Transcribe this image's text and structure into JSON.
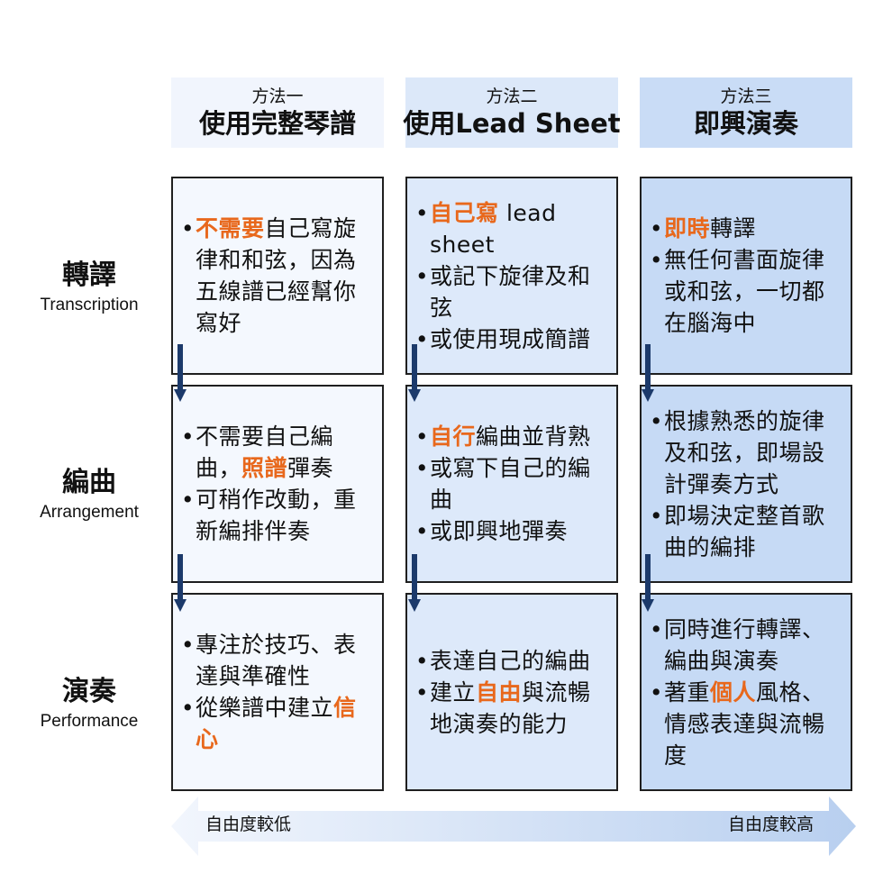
{
  "columns": [
    {
      "method": "方法一",
      "name": "使用完整琴譜"
    },
    {
      "method": "方法二",
      "name": "使用Lead Sheet"
    },
    {
      "method": "方法三",
      "name": "即興演奏"
    }
  ],
  "rows": [
    {
      "zh": "轉譯",
      "en": "Transcription"
    },
    {
      "zh": "編曲",
      "en": "Arrangement"
    },
    {
      "zh": "演奏",
      "en": "Performance"
    }
  ],
  "cells": [
    [
      [
        [
          "",
          "不需要"
        ],
        [
          "自己寫旋律和和弦，因為五線譜已經幫你寫好",
          ""
        ]
      ],
      [
        [
          "不需要自己編曲，",
          "照譜"
        ],
        [
          "彈奏",
          ""
        ],
        [
          "可稍作改動，重新編排伴奏",
          ""
        ]
      ],
      [
        [
          "專注於技巧、表達與準確性",
          ""
        ],
        [
          "從樂譜中建立",
          "信心"
        ]
      ]
    ],
    [
      [
        [
          "",
          "自己寫"
        ],
        [
          " lead sheet",
          ""
        ],
        [
          "或記下旋律及和弦",
          ""
        ],
        [
          "或使用現成簡譜",
          ""
        ]
      ],
      [
        [
          "",
          "自行"
        ],
        [
          "編曲並背熟",
          ""
        ],
        [
          "或寫下自己的編曲",
          ""
        ],
        [
          "或即興地彈奏",
          ""
        ]
      ],
      [
        [
          "表達自己的編曲",
          ""
        ],
        [
          "建立",
          "自由"
        ],
        [
          "與流暢地演奏的能力",
          ""
        ]
      ]
    ],
    [
      [
        [
          "",
          "即時"
        ],
        [
          "轉譯",
          ""
        ],
        [
          "無任何書面旋律或和弦，一切都在腦海中",
          ""
        ]
      ],
      [
        [
          "根據熟悉的旋律及和弦，即場設計彈奏方式",
          ""
        ],
        [
          "即場決定整首歌曲的編排",
          ""
        ]
      ],
      [
        [
          "同時進行轉譯、編曲與演奏",
          ""
        ],
        [
          "著重",
          "個人"
        ],
        [
          "風格、情感表達與流暢度",
          ""
        ]
      ]
    ]
  ],
  "bullets_text": {
    "c0r0": [
      {
        "pre": "",
        "hl": "不需要",
        "post": "自己寫旋律和和弦，因為五線譜已經幫你寫好"
      }
    ],
    "c0r1": [
      {
        "pre": "不需要自己編曲，",
        "hl": "照譜",
        "post": "彈奏"
      },
      {
        "pre": "可稍作改動，重新編排伴奏",
        "hl": "",
        "post": ""
      }
    ],
    "c0r2": [
      {
        "pre": "專注於技巧、表達與準確性",
        "hl": "",
        "post": ""
      },
      {
        "pre": "從樂譜中建立",
        "hl": "信心",
        "post": ""
      }
    ],
    "c1r0": [
      {
        "pre": "",
        "hl": "自己寫",
        "post": " lead sheet"
      },
      {
        "pre": "或記下旋律及和弦",
        "hl": "",
        "post": ""
      },
      {
        "pre": "或使用現成簡譜",
        "hl": "",
        "post": ""
      }
    ],
    "c1r1": [
      {
        "pre": "",
        "hl": "自行",
        "post": "編曲並背熟"
      },
      {
        "pre": "或寫下自己的編曲",
        "hl": "",
        "post": ""
      },
      {
        "pre": "或即興地彈奏",
        "hl": "",
        "post": ""
      }
    ],
    "c1r2": [
      {
        "pre": "表達自己的編曲",
        "hl": "",
        "post": ""
      },
      {
        "pre": "建立",
        "hl": "自由",
        "post": "與流暢地演奏的能力"
      }
    ],
    "c2r0": [
      {
        "pre": "",
        "hl": "即時",
        "post": "轉譯"
      },
      {
        "pre": "無任何書面旋律或和弦，一切都在腦海中",
        "hl": "",
        "post": ""
      }
    ],
    "c2r1": [
      {
        "pre": "根據熟悉的旋律及和弦，即場設計彈奏方式",
        "hl": "",
        "post": ""
      },
      {
        "pre": "即場決定整首歌曲的編排",
        "hl": "",
        "post": ""
      }
    ],
    "c2r2": [
      {
        "pre": "同時進行轉譯、編曲與演奏",
        "hl": "",
        "post": ""
      },
      {
        "pre": "著重",
        "hl": "個人",
        "post": "風格、情感表達與流暢度"
      }
    ]
  },
  "bullet_symbol": "•",
  "footer": {
    "left": "自由度較低",
    "right": "自由度較高"
  },
  "colors": {
    "col_header_bg": [
      "#f1f5fd",
      "#dce8f9",
      "#c9dcf6"
    ],
    "cell_bg": [
      "#f4f8fe",
      "#dde9fa",
      "#c6daf5"
    ],
    "highlight": "#e8681c",
    "arrow": "#1c3a6b",
    "footer_arrow_start": "#f2f6fd",
    "footer_arrow_end": "#b8cfef"
  }
}
